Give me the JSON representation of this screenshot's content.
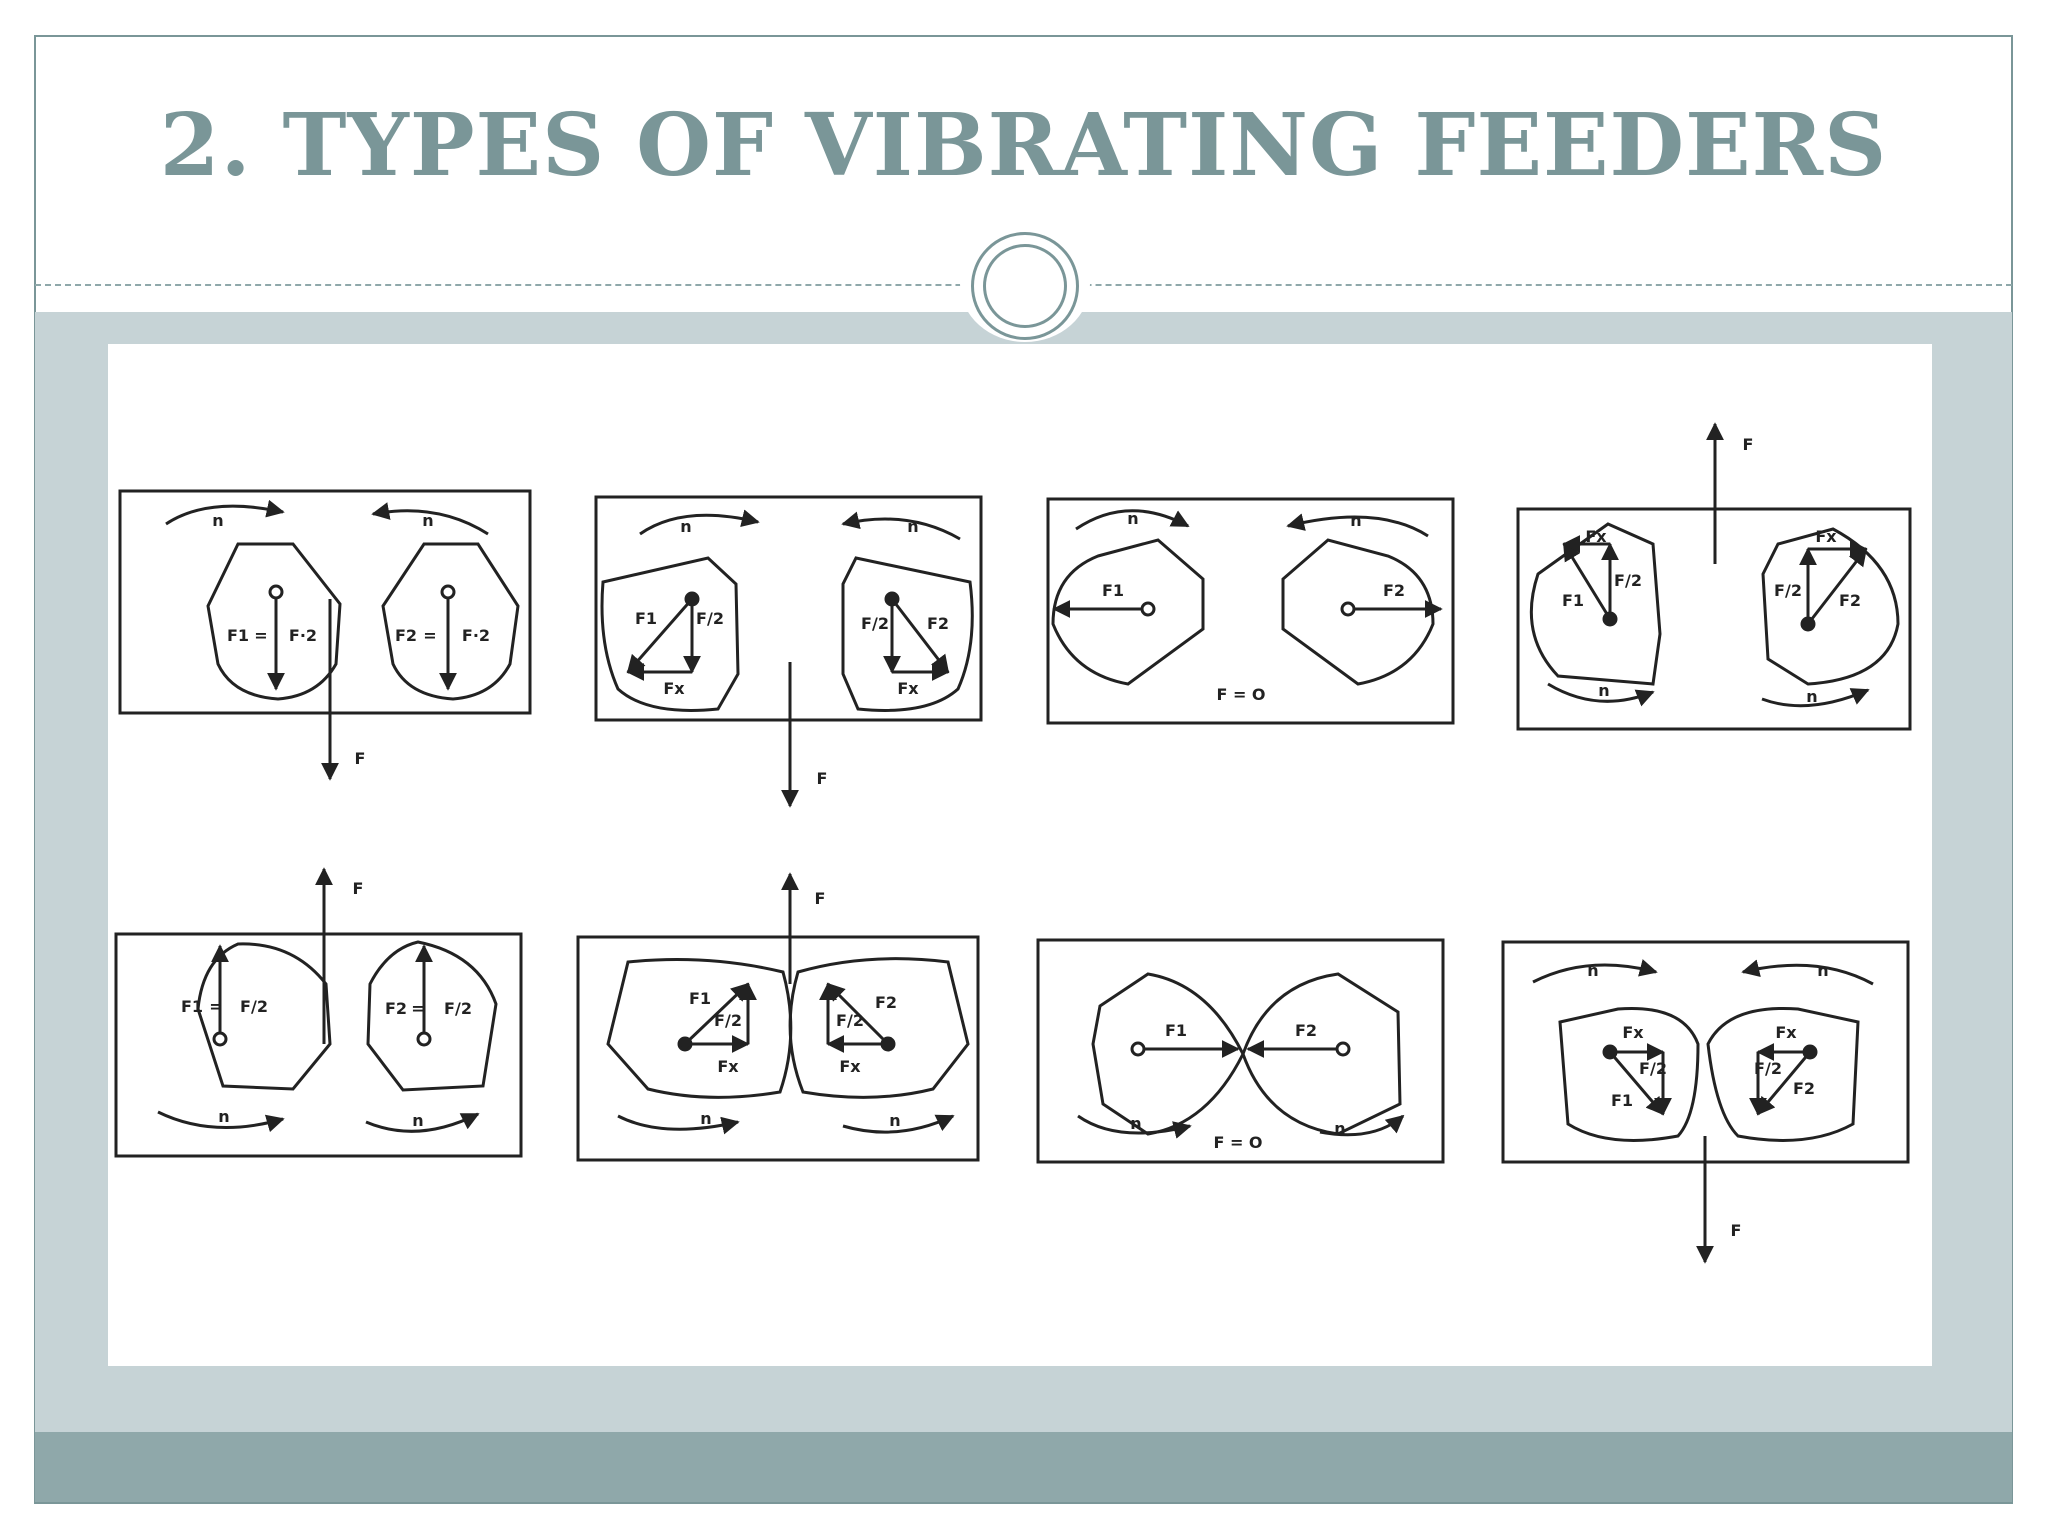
{
  "slide": {
    "title": "2. TYPES OF VIBRATING FEEDERS"
  },
  "diagram": {
    "labels": {
      "n": "n",
      "F": "F",
      "F1": "F1",
      "F2": "F2",
      "F_half": "F/2",
      "F_half_alt": "F·2",
      "Fx": "Fx",
      "eq": "=",
      "F_zero": "F = O"
    },
    "colors": {
      "title": "#7a9698",
      "band": "#c6d3d6",
      "footer": "#8fa8aa",
      "ink": "#222222"
    }
  }
}
